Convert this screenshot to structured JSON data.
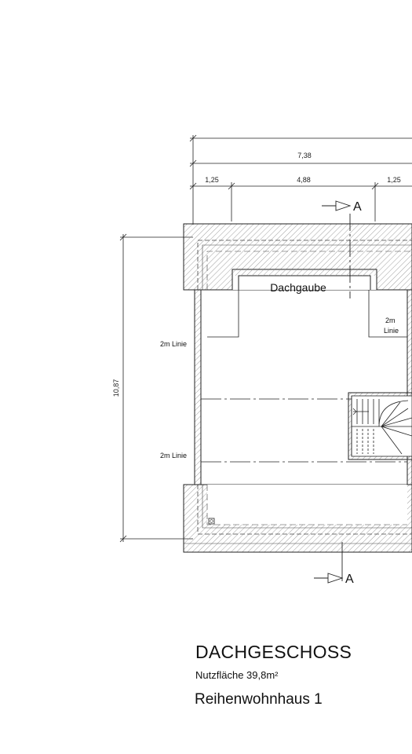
{
  "dimensions": {
    "overall_width": "7,38",
    "left_segment": "1,25",
    "middle_segment": "4,88",
    "right_segment": "1,25",
    "overall_depth": "10,87"
  },
  "section_marker": "A",
  "labels": {
    "dormer": "Dachgaube",
    "two_m_line_left_upper": "2m Linie",
    "two_m_line_left_lower": "2m Linie",
    "two_m_line_right_1": "2m",
    "two_m_line_right_2": "Linie"
  },
  "title_block": {
    "title": "DACHGESCHOSS",
    "area": "Nutzfläche 39,8m²",
    "project": "Reihenwohnhaus 1"
  },
  "colors": {
    "line": "#222222",
    "hatch": "#777777",
    "background": "#ffffff"
  }
}
